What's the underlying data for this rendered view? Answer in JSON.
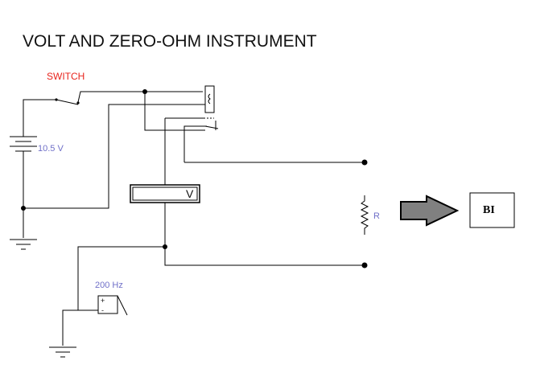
{
  "title": "VOLT AND ZERO-OHM INSTRUMENT",
  "labels": {
    "switch": "SWITCH",
    "battery": "10.5 V",
    "meter": "V",
    "resistor": "R",
    "generator": "200 Hz",
    "output_box": "BI"
  },
  "generator_polarity": {
    "plus": "+",
    "minus": "-"
  },
  "colors": {
    "wire": "#000000",
    "switch_label": "#e8231c",
    "component_label": "#7070c8",
    "arrow_fill": "#808080"
  }
}
